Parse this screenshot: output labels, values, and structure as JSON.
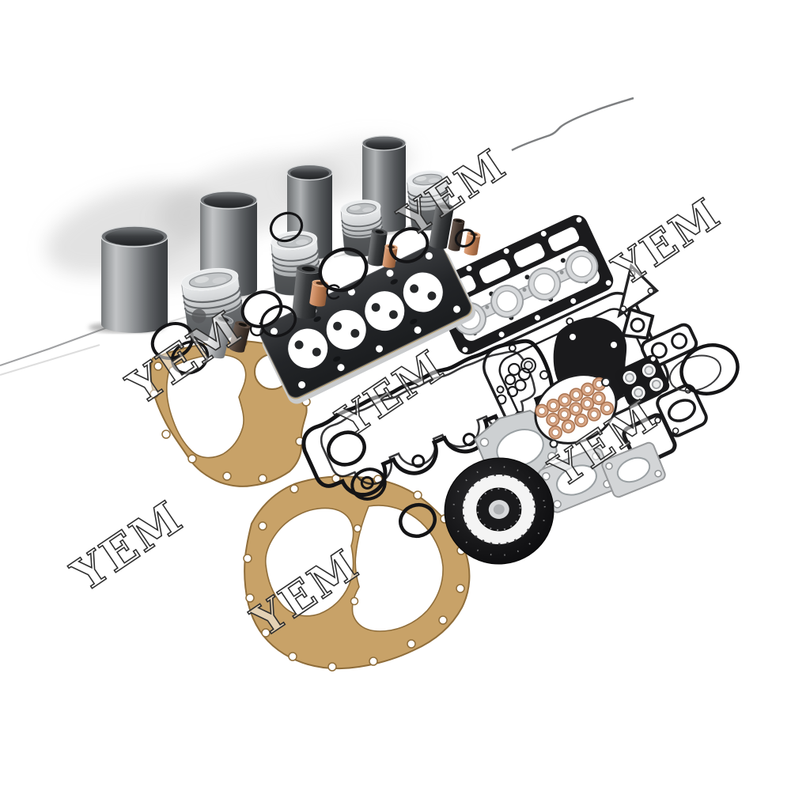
{
  "image": {
    "kind": "product-photo",
    "subject": "Diesel engine overhaul rebuild kit: 4 cylinder liners, 4 pistons with pins, bushes and ring sets, full gasket kit with head gasket, valve cover gasket, cork gaskets, O-rings, injector copper washers and crankshaft oil seal",
    "background": "#ffffff"
  },
  "watermark": {
    "text": "YEM",
    "fill": "rgba(255,255,255,0.5)",
    "outline": "#2f2f2f",
    "rotation_deg": -34,
    "count": 7
  },
  "parts": {
    "cylinder_liners": {
      "count": 4,
      "finish_color": "#85888a"
    },
    "pistons": {
      "count": 4,
      "finish_color": "#c9cccf"
    },
    "piston_pins": {
      "count": 6,
      "color": "#3c3e40"
    },
    "copper_bushes": {
      "count": 3,
      "color": "#c08055"
    },
    "piston_rings_and_orings": {
      "count": 13,
      "color": "#141416"
    },
    "circlips": {
      "count": 2,
      "color": "#1a1a1c"
    },
    "head_gasket": {
      "bores": 4,
      "body_color": "#232528",
      "bore_color": "#ffffff",
      "carrier_color": "#bda87e"
    },
    "push_rod_cover_gasket": {
      "cutouts": 4,
      "color": "#1b1b1d"
    },
    "manifold_gasket": {
      "ports": 4,
      "color": "#d7d9db"
    },
    "oil_pan_gasket": {
      "color": "#1f1f21"
    },
    "valve_cover_gasket": {
      "lobes": 4,
      "color": "#141416"
    },
    "timing_gasket": {
      "color": "#1a1a1c"
    },
    "small_black_gaskets": {
      "count": 6,
      "color": "#1a1a1c"
    },
    "metal_gaskets": {
      "count": 3,
      "color": "#d3d5d7"
    },
    "large_o_rings": {
      "count": 2,
      "color": "#141416"
    },
    "injector_washer_plate": {
      "washers": 16,
      "washer_color": "#d8a685"
    },
    "small_o_ring_cluster": {
      "count": 7,
      "color": "#1c1c1e"
    },
    "crankshaft_seal": {
      "body_color": "#131315",
      "inner_ring_color": "#f4f4f4",
      "hub_color": "#1a1a1c"
    },
    "cork_gaskets": {
      "count": 2,
      "color": "#c8a268",
      "edge_color": "#8f6d3a"
    }
  },
  "photo_artifacts": {
    "stray_hairs": 2,
    "wall_shadow_color": "#ababab"
  }
}
